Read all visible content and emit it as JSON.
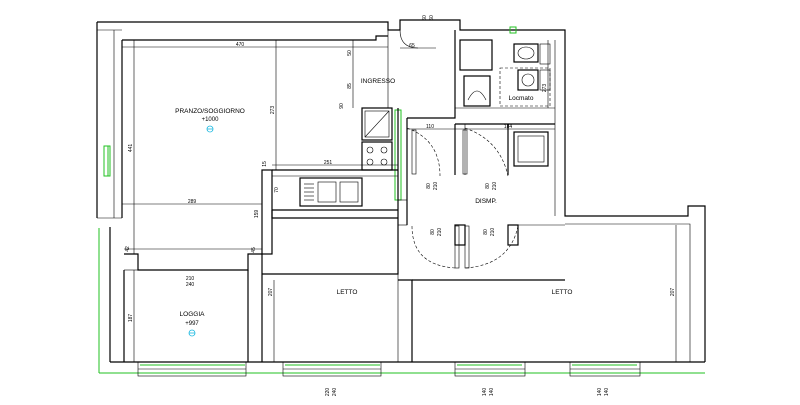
{
  "rooms": {
    "living": {
      "name": "PRANZO/SOGGIORNO",
      "level": "+1000"
    },
    "entry": {
      "name": "INGRESSO"
    },
    "toilet": {
      "name": "Locmato"
    },
    "hall": {
      "name": "DISMP."
    },
    "bed_left": {
      "name": "LETTO"
    },
    "bed_right": {
      "name": "LETTO"
    },
    "loggia": {
      "name": "LOGGIA",
      "level": "+997"
    }
  },
  "dimensions": {
    "top_width": "470",
    "living_height": "441",
    "living_inner_h": "273",
    "living_bottom_w": "289",
    "kitchen_w": "251",
    "kitchen_h": "70",
    "top_small_1": "50",
    "top_small_2": "65",
    "entry_h": "85",
    "entry_small": "90",
    "hall_w": "110",
    "hall_w2": "184",
    "toilet_h": "273",
    "side_159": "159",
    "side_45": "45",
    "side_42": "42",
    "side_15": "15",
    "door_80_a": "80",
    "door_210_a": "210",
    "door_80_b": "80",
    "door_210_b": "210",
    "door_80_c": "80",
    "door_210_c": "210",
    "door_80_d": "80",
    "door_210_d": "210",
    "loggia_door_w": "210",
    "loggia_door_h": "240",
    "bed_left_h": "207",
    "bed_right_h": "207",
    "loggia_h": "187",
    "win1_w": "220",
    "win1_h": "240",
    "win2_w": "140",
    "win2_h": "140",
    "win3_w": "140",
    "win3_h": "140",
    "top_fin_a": "60",
    "top_fin_b": "60"
  },
  "colors": {
    "wall": "#000000",
    "glazing": "#22c122",
    "level_marker": "#19b8e0"
  }
}
